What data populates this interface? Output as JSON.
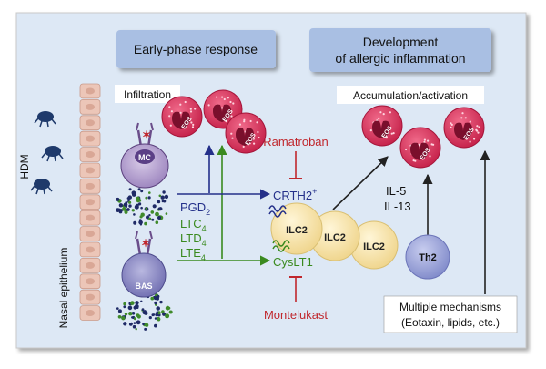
{
  "headers": {
    "early_phase": "Early-phase response",
    "development_line1": "Development",
    "development_line2": "of allergic inflammation"
  },
  "labels": {
    "hdm": "HDM",
    "nasal_epithelium": "Nasal epithelium",
    "infiltration": "Infiltration",
    "accumulation": "Accumulation/activation",
    "ramatroban": "Ramatroban",
    "montelukast": "Montelukast",
    "crth2": "CRTH2",
    "crth2_sup": "+",
    "cyslt1": "CysLT1",
    "il5": "IL-5",
    "il13": "IL-13",
    "multiple_line1": "Multiple mechanisms",
    "multiple_line2": "(Eotaxin, lipids, etc.)"
  },
  "mediators": {
    "pgd": "PGD",
    "pgd_sub": "2",
    "ltc": "LTC",
    "ltc_sub": "4",
    "ltd": "LTD",
    "ltd_sub": "4",
    "lte": "LTE",
    "lte_sub": "4"
  },
  "cells": {
    "mc": "MC",
    "bas": "BAS",
    "eos": "EOS",
    "ilc2": "ILC2",
    "th2": "Th2"
  },
  "colors": {
    "background": "#dde8f5",
    "header_box": "#a9bfe3",
    "eos_fill": "#d9325a",
    "ilc2_fill": "#f6e4ae",
    "th2_fill": "#a5aedc",
    "mc_fill": "#b7a2cf",
    "bas_fill": "#8f8dc6",
    "pgd_arrow": "#24308a",
    "lt_arrow": "#3a8a1f",
    "inhibitor": "#c0272d",
    "epithelium": "#ecc6b8"
  }
}
